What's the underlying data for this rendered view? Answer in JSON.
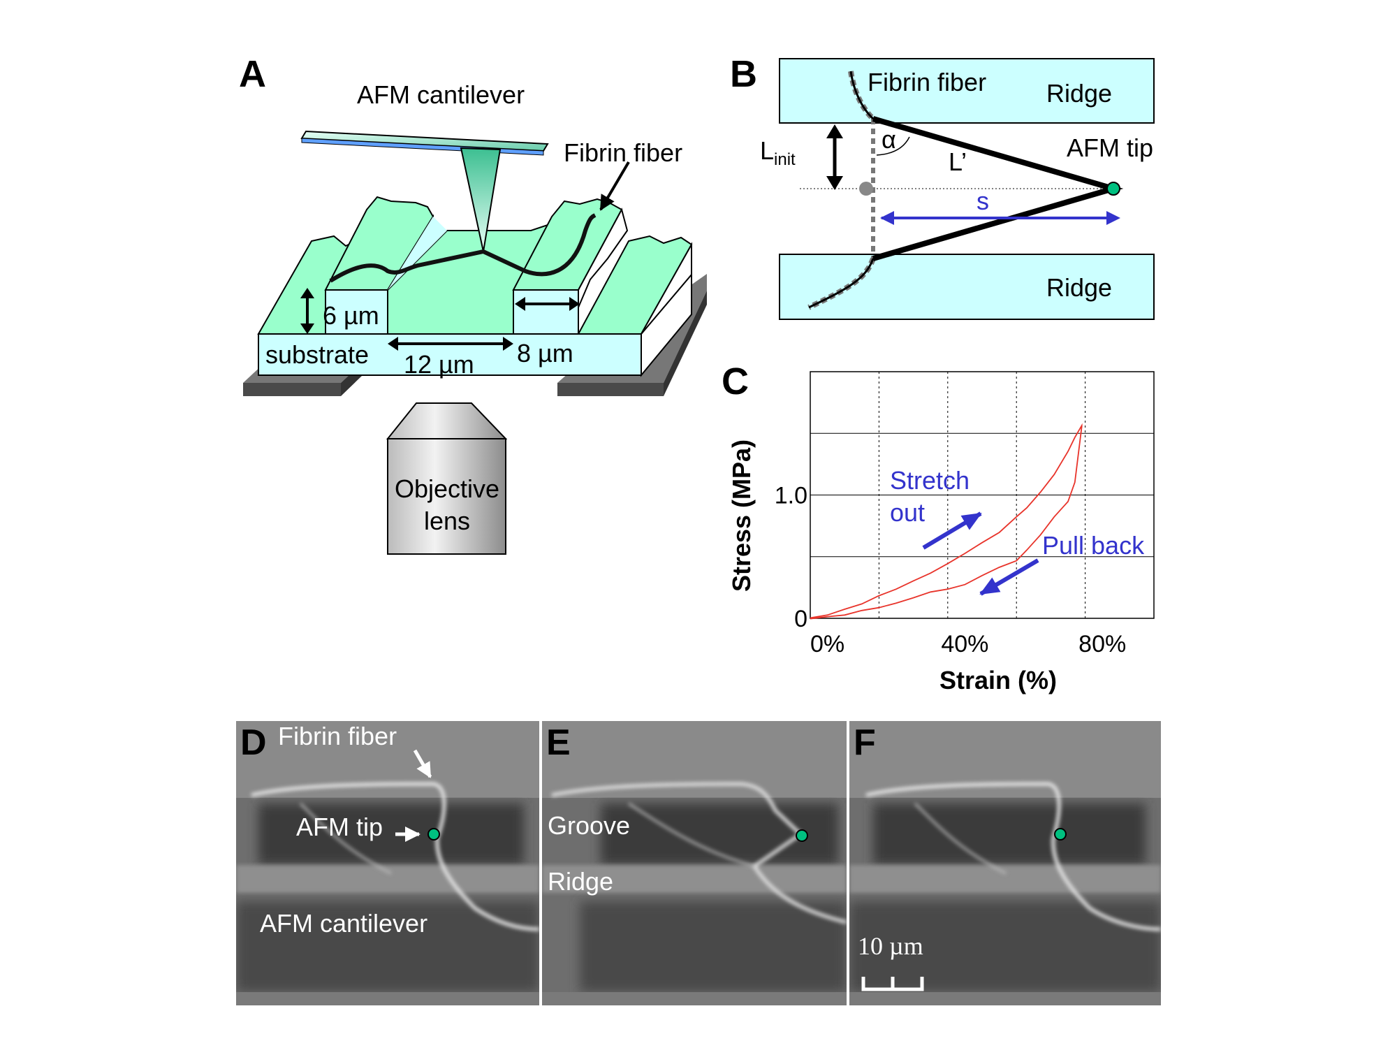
{
  "panel_a": {
    "letter": "A",
    "cantilever": "AFM cantilever",
    "fiber": "Fibrin fiber",
    "height": "6 µm",
    "substrate": "substrate",
    "groove_width": "12 µm",
    "ridge_width": "8 µm",
    "objective_line1": "Objective",
    "objective_line2": "lens"
  },
  "panel_b": {
    "letter": "B",
    "fiber": "Fibrin fiber",
    "ridge_top": "Ridge",
    "ridge_bottom": "Ridge",
    "afm_tip": "AFM tip",
    "linit_main": "L",
    "linit_sub": "init",
    "alpha": "α",
    "lprime": "L’",
    "s": "s"
  },
  "panel_c": {
    "letter": "C",
    "stretch_line1": "Stretch",
    "stretch_line2": "out",
    "pull_back": "Pull back"
  },
  "chart_data": {
    "type": "line",
    "xlabel": "Strain (%)",
    "ylabel": "Stress (MPa)",
    "xlim": [
      -5,
      95
    ],
    "ylim": [
      0,
      2.0
    ],
    "x_ticks": [
      {
        "value": 0,
        "label": "0%"
      },
      {
        "value": 40,
        "label": "40%"
      },
      {
        "value": 80,
        "label": "80%"
      }
    ],
    "y_ticks": [
      {
        "value": 0,
        "label": "0"
      },
      {
        "value": 1.0,
        "label": "1.0"
      }
    ],
    "grid_x": [
      15,
      35,
      55,
      75
    ],
    "grid_y": [
      0.5,
      1.0,
      1.5
    ],
    "series": [
      {
        "color": "#e8332a",
        "x": [
          -5,
          0,
          5,
          10,
          15,
          20,
          25,
          30,
          35,
          40,
          45,
          50,
          55,
          58,
          62,
          66,
          70,
          72,
          74,
          74,
          72,
          70,
          66,
          62,
          58,
          55,
          50,
          45,
          40,
          35,
          30,
          25,
          20,
          15,
          10,
          5,
          0,
          -5
        ],
        "y": [
          0.0,
          0.03,
          0.07,
          0.12,
          0.18,
          0.24,
          0.3,
          0.37,
          0.44,
          0.53,
          0.61,
          0.7,
          0.82,
          0.9,
          1.02,
          1.17,
          1.35,
          1.47,
          1.56,
          1.56,
          1.1,
          0.95,
          0.82,
          0.68,
          0.55,
          0.47,
          0.41,
          0.35,
          0.27,
          0.24,
          0.21,
          0.17,
          0.12,
          0.09,
          0.06,
          0.03,
          0.01,
          0.0
        ]
      }
    ]
  },
  "micrographs": [
    {
      "letter": "D",
      "fiber": "Fibrin fiber",
      "tip": "AFM tip",
      "cantilever": "AFM cantilever"
    },
    {
      "letter": "E",
      "groove": "Groove",
      "ridge": "Ridge"
    },
    {
      "letter": "F",
      "scale": "10 µm"
    }
  ],
  "colors": {
    "ridge_green": "#99ffcc",
    "substrate_blue": "#ccffff",
    "tip_dot": "#00c080",
    "arrow_blue": "#3333cc",
    "curve_red": "#e8332a"
  }
}
